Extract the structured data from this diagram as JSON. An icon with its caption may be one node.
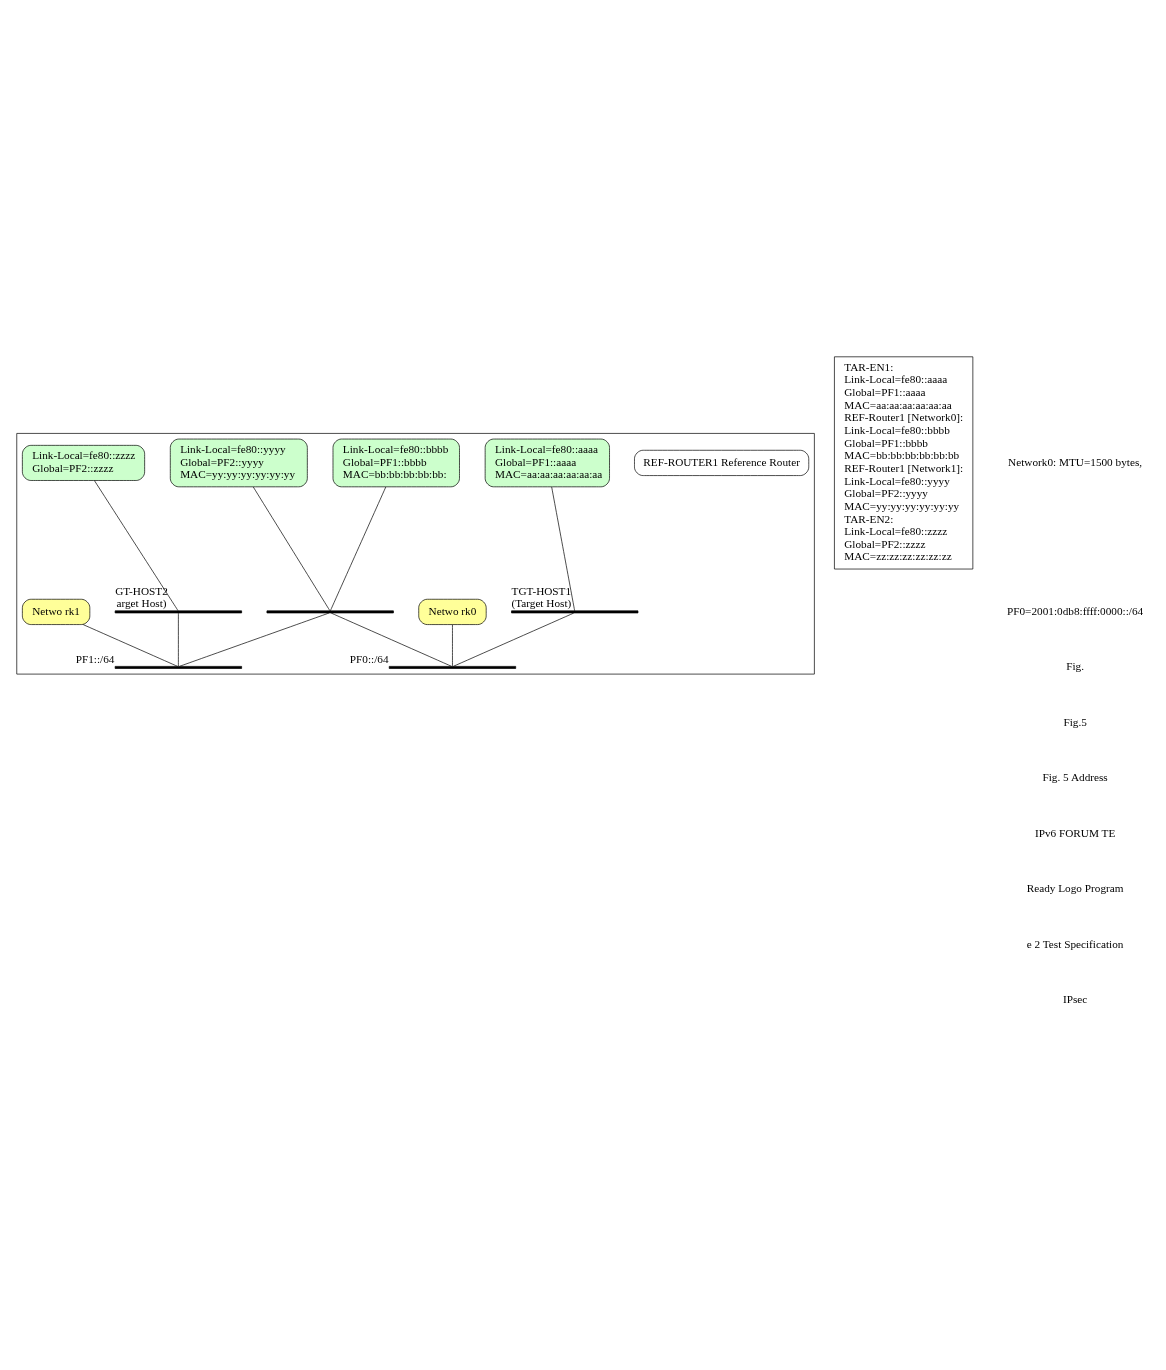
{
  "diagram": {
    "nodes": [
      {
        "text": [],
        "shape": "box"
      },
      {
        "text": [],
        "shape": "bar",
        "beside": [
          "TGT-HOST1",
          "(Target Host)"
        ],
        "in": 0
      },
      {
        "text": [],
        "shape": "bar",
        "beside": [
          "PF0::/64"
        ],
        "in": 0
      },
      {
        "text": [],
        "shape": "bar",
        "in": 0
      },
      {
        "text": [
          "REF-ROUTER1 Reference Router"
        ],
        "in": 0
      },
      {
        "text": [],
        "shape": "bar",
        "beside": [
          "PF1::/64"
        ],
        "in": 0
      },
      {
        "text": [],
        "shape": "bar",
        "beside": [
          "GT-HOST2",
          "arget Host)"
        ],
        "in": 0
      },
      {
        "text": [
          "Link-Local=fe80::aaaa",
          "Global=PF1::aaaa",
          "MAC=aa:aa:aa:aa:aa:aa"
        ],
        "in": 0
      },
      {
        "text": [
          "Link-Local=fe80::bbbb",
          "Global=PF1::bbbb",
          "MAC=bb:bb:bb:bb:bb:"
        ],
        "in": 0
      },
      {
        "text": [
          "Link-Local=fe80::yyyy",
          "Global=PF2::yyyy",
          "MAC=yy:yy:yy:yy:yy:yy"
        ],
        "in": 0
      },
      {
        "text": [
          "Link-Local=fe80::zzzz",
          "Global=PF2::zzzz"
        ],
        "in": 0
      },
      {
        "text": [
          "Netwo rk0"
        ],
        "in": 0
      },
      {
        "text": [
          "Netwo rk1"
        ],
        "in": 0
      },
      {
        "text": [
          "TAR-EN1:",
          "Link-Local=fe80::aaaa",
          "Global=PF1::aaaa",
          "MAC=aa:aa:aa:aa:aa:aa",
          "REF-Router1 [Network0]:",
          "Link-Local=fe80::bbbb",
          "Global=PF1::bbbb",
          "MAC=bb:bb:bb:bb:bb:bb",
          "REF-Router1 [Network1]:",
          "Link-Local=fe80::yyyy",
          "Global=PF2::yyyy",
          "MAC=yy:yy:yy:yy:yy:yy",
          "TAR-EN2:",
          "Link-Local=fe80::zzzz",
          "Global=PF2::zzzz",
          "MAC=zz:zz:zz:zz:zz:zz"
        ]
      }
    ],
    "edges": [
      {
        "from": 1,
        "to": 2,
        "arrow": "none"
      },
      {
        "from": 3,
        "to": 2,
        "arrow": "none"
      },
      {
        "from": 3,
        "to": 5,
        "arrow": "none"
      },
      {
        "from": 6,
        "to": 5,
        "arrow": "none"
      },
      {
        "from": 7,
        "to": 1,
        "arrow": "none"
      },
      {
        "from": 8,
        "to": 3,
        "arrow": "none"
      },
      {
        "from": 9,
        "to": 3,
        "arrow": "none"
      },
      {
        "from": 10,
        "to": 6,
        "arrow": "none"
      },
      {
        "from": 11,
        "to": 2,
        "arrow": "none"
      },
      {
        "from": 12,
        "to": 5,
        "arrow": "none"
      }
    ],
    "labels": [
      "Network0: MTU=1500 bytes,",
      "PF0=2001:0db8:ffff:0000::/64",
      "Fig.",
      "Fig.5",
      "Fig. 5 Address",
      "IPv6 FORUM TE",
      "Ready Logo Program",
      "e 2 Test Specification",
      "IPsec"
    ]
  }
}
